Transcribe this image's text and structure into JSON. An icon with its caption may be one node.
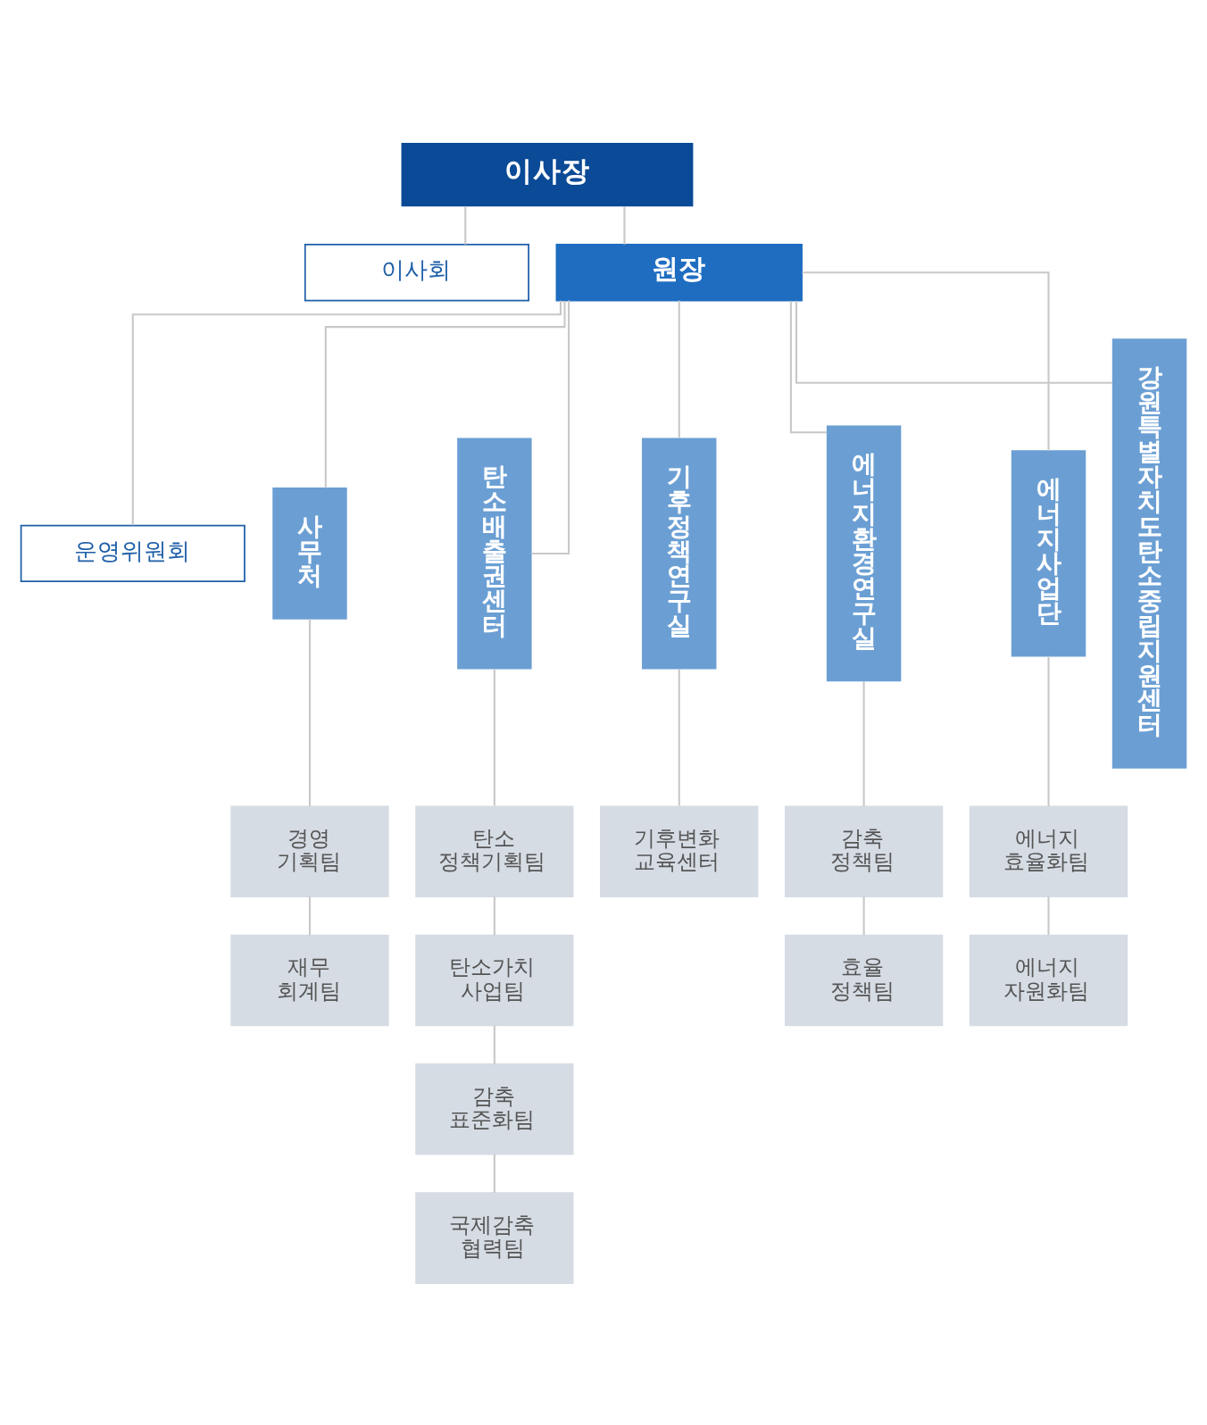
{
  "diagram": {
    "nodes": [
      {
        "text": [
          "이사장"
        ]
      },
      {
        "text": [
          "이사회"
        ]
      },
      {
        "text": [
          "원장"
        ]
      },
      {
        "text": [
          "운영위원회"
        ]
      },
      {
        "text": [
          "사무처"
        ]
      },
      {
        "text": [
          "탄소배출권센터"
        ]
      },
      {
        "text": [
          "기후정책연구실"
        ]
      },
      {
        "text": [
          "에너지환경연구실"
        ]
      },
      {
        "text": [
          "에너지사업단"
        ]
      },
      {
        "text": [
          "강원특별자치도탄소중립지원센터"
        ]
      },
      {
        "text": [
          "경영 기획팀"
        ]
      },
      {
        "text": [
          "재무 회계팀"
        ]
      },
      {
        "text": [
          "탄소 정책기획팀"
        ]
      },
      {
        "text": [
          "탄소가치 사업팀"
        ]
      },
      {
        "text": [
          "감축 표준화팀"
        ]
      },
      {
        "text": [
          "국제감축 협력팀"
        ]
      },
      {
        "text": [
          "기후변화 교육센터"
        ]
      },
      {
        "text": [
          "감축 정책팀"
        ]
      },
      {
        "text": [
          "효율 정책팀"
        ]
      },
      {
        "text": [
          "에너지 효율화팀"
        ]
      },
      {
        "text": [
          "에너지 자원화팀"
        ]
      }
    ],
    "edges": [
      {
        "from": 0,
        "to": 2,
        "arrow": "none"
      },
      {
        "from": 0,
        "to": 1,
        "arrow": "none"
      },
      {
        "from": 2,
        "to": 3,
        "arrow": "none"
      },
      {
        "from": 2,
        "to": 4,
        "arrow": "none"
      },
      {
        "from": 2,
        "to": 5,
        "arrow": "none"
      },
      {
        "from": 2,
        "to": 6,
        "arrow": "none"
      },
      {
        "from": 2,
        "to": 7,
        "arrow": "none"
      },
      {
        "from": 2,
        "to": 8,
        "arrow": "none"
      },
      {
        "from": 2,
        "to": 9,
        "arrow": "none"
      },
      {
        "from": 4,
        "to": 10,
        "arrow": "none"
      },
      {
        "from": 10,
        "to": 11,
        "arrow": "none"
      },
      {
        "from": 5,
        "to": 12,
        "arrow": "none"
      },
      {
        "from": 12,
        "to": 13,
        "arrow": "none"
      },
      {
        "from": 13,
        "to": 14,
        "arrow": "none"
      },
      {
        "from": 14,
        "to": 15,
        "arrow": "none"
      },
      {
        "from": 6,
        "to": 16,
        "arrow": "none"
      },
      {
        "from": 7,
        "to": 17,
        "arrow": "none"
      },
      {
        "from": 17,
        "to": 18,
        "arrow": "none"
      },
      {
        "from": 8,
        "to": 19,
        "arrow": "none"
      },
      {
        "from": 19,
        "to": 20,
        "arrow": "none"
      }
    ]
  }
}
